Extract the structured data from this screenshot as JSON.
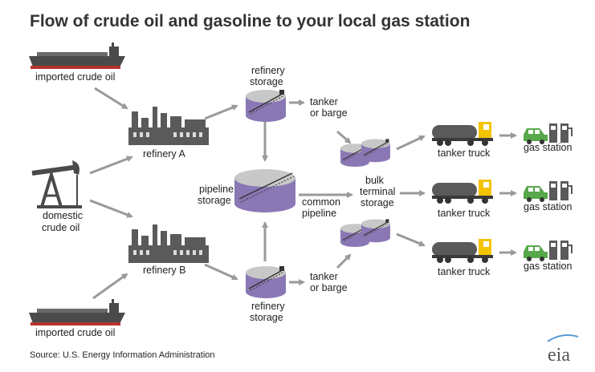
{
  "title": "Flow of crude oil and gasoline to your local gas station",
  "source": "Source: U.S. Energy Information Administration",
  "logo_text": "eia",
  "labels": {
    "imported_top": "imported crude oil",
    "imported_bottom": "imported crude oil",
    "domestic": [
      "domestic",
      "crude oil"
    ],
    "refinery_a": "refinery A",
    "refinery_b": "refinery B",
    "refinery_storage_top": [
      "refinery",
      "storage"
    ],
    "refinery_storage_bottom": [
      "refinery",
      "storage"
    ],
    "pipeline_storage": [
      "pipeline",
      "storage"
    ],
    "common_pipeline": [
      "common",
      "pipeline"
    ],
    "tanker_barge_top": [
      "tanker",
      "or barge"
    ],
    "tanker_barge_bottom": [
      "tanker",
      "or barge"
    ],
    "bulk_terminal": [
      "bulk",
      "terminal",
      "storage"
    ],
    "tanker_truck_1": "tanker truck",
    "tanker_truck_2": "tanker truck",
    "tanker_truck_3": "tanker truck",
    "gas_station_1": "gas station",
    "gas_station_2": "gas station",
    "gas_station_3": "gas station"
  },
  "colors": {
    "dark_gray": "#4a4a4a",
    "mid_gray": "#8a8a8a",
    "light_gray": "#bfbfbf",
    "arrow": "#9a9a9a",
    "purple": "#8a78b5",
    "purple_dark": "#6a5a98",
    "yellow": "#f5c400",
    "green": "#57a84a",
    "ship_red": "#b5332d"
  }
}
